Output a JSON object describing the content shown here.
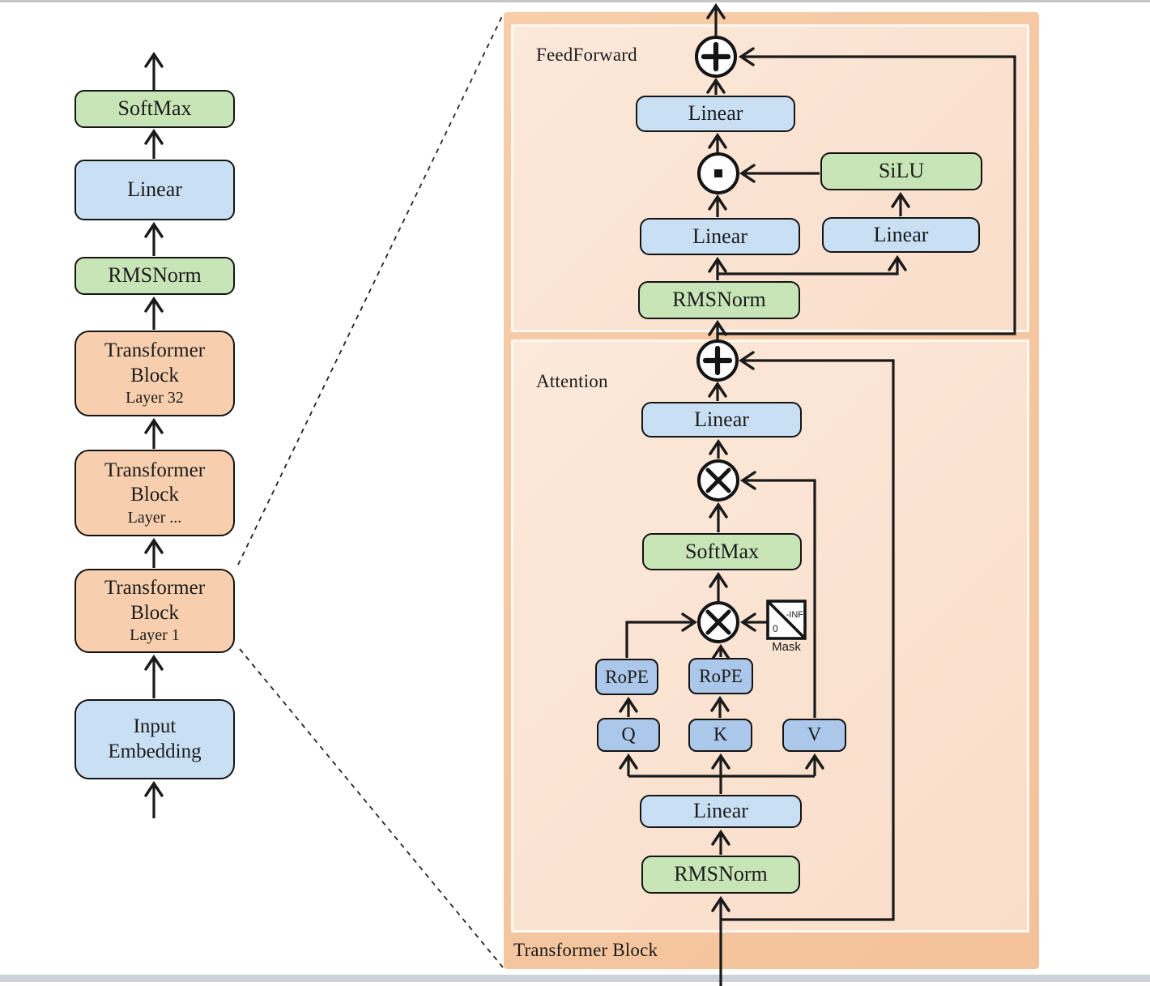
{
  "colors": {
    "panel_outer": "#f5c8a3",
    "panel_inner": "#fbe3d1",
    "block_orange": "#f8cfae",
    "block_blue": "#c9e0f4",
    "block_blue_deep": "#abc7e9",
    "block_green": "#c8e5b7",
    "line": "#1a1a1a"
  },
  "left_column": {
    "softmax": "SoftMax",
    "linear": "Linear",
    "rmsnorm": "RMSNorm",
    "transformer_line1": "Transformer",
    "transformer_line2": "Block",
    "layer_top": "Layer 32",
    "layer_mid": "Layer ...",
    "layer_bottom": "Layer 1",
    "input_line1": "Input",
    "input_line2": "Embedding"
  },
  "block_detail": {
    "title": "Transformer Block",
    "feedforward": {
      "label": "FeedForward",
      "linear_out": "Linear",
      "linear_gate": "Linear",
      "linear_up": "Linear",
      "silu": "SiLU",
      "rmsnorm": "RMSNorm"
    },
    "attention": {
      "label": "Attention",
      "linear_out": "Linear",
      "softmax": "SoftMax",
      "rope_q": "RoPE",
      "rope_k": "RoPE",
      "q": "Q",
      "k": "K",
      "v": "V",
      "mask": {
        "label": "Mask",
        "upper": "-INF",
        "lower": "0"
      },
      "linear_qkv": "Linear",
      "rmsnorm": "RMSNorm"
    },
    "operators": {
      "add": "plus-circle",
      "elementwise_multiply": "dot-circle",
      "matmul": "cross-circle"
    }
  }
}
